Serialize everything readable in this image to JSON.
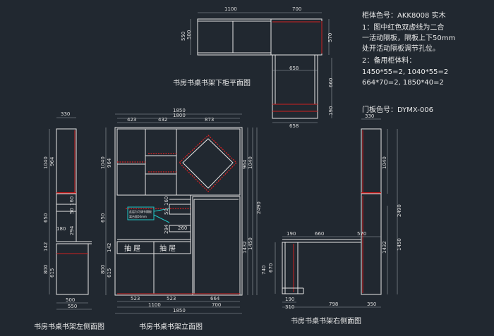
{
  "notes": {
    "line1": "柜体色号：AKK8008 实木",
    "line2": "1：图中红色双虚线为二合",
    "line3": "一活动隔板，隔板上下50mm",
    "line4": "处开活动隔板调节孔位。",
    "line5": "2：备用柜体料：",
    "line6": "1450*55=2, 1040*55=2",
    "line7": "664*70=2, 1850*40=2",
    "door_color": "门板色号：DYMX-006"
  },
  "titles": {
    "plan": "书房书桌书架下柜平面图",
    "left": "书房书桌书架左侧面图",
    "front": "书房书桌书架立面图",
    "right": "书房书桌书架右侧面图"
  },
  "drawer_label": "抽  屉",
  "callout": [
    "此层为可调节隔板",
    "离台面50mm"
  ],
  "dims": {
    "plan_1100": "1100",
    "plan_700": "700",
    "plan_550": "550",
    "plan_500": "500",
    "plan_570": "570",
    "plan_658a": "658",
    "plan_660": "660",
    "plan_190": "190",
    "plan_658b": "658",
    "left_330": "330",
    "left_1040": "1040",
    "left_964": "964",
    "left_650": "650",
    "left_160": "160",
    "left_50": "50",
    "left_294": "294",
    "left_180": "180",
    "left_142": "142",
    "left_800": "800",
    "left_615": "615",
    "left_500": "500",
    "left_550": "550",
    "f_1850a": "1850",
    "f_1800": "1800",
    "f_423": "423",
    "f_432": "432",
    "f_873": "873",
    "f_1040l": "1040",
    "f_964l": "964",
    "f_650": "650",
    "f_142": "142",
    "f_800": "800",
    "f_615": "615",
    "f_160": "160",
    "f_50": "50",
    "f_294": "294",
    "f_260": "260",
    "f_964r": "964",
    "f_1040r": "1040",
    "f_2490": "2490",
    "f_1432": "1432",
    "f_1450": "1450",
    "f_523a": "523",
    "f_523b": "523",
    "f_664": "664",
    "f_1100": "1100",
    "f_700": "700",
    "f_1850b": "1850",
    "r_330": "330",
    "r_1040": "1040",
    "r_2490": "2490",
    "r_190a": "190",
    "r_660": "660",
    "r_570": "570",
    "r_1432": "1432",
    "r_1450": "1450",
    "r_670": "670",
    "r_740": "740",
    "r_190b": "190",
    "r_310": "310",
    "r_798": "798",
    "r_350": "350"
  }
}
